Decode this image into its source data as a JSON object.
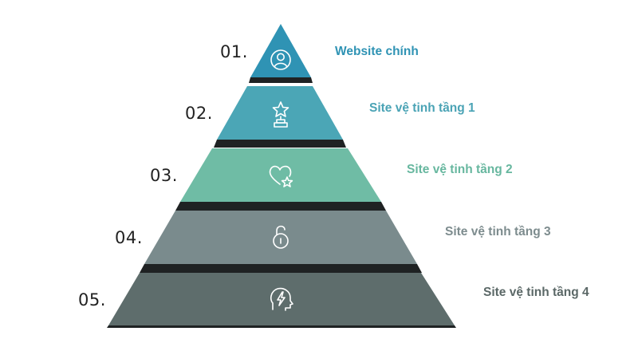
{
  "tiers": [
    {
      "number": "01.",
      "label": "Website chính",
      "icon": "user-circle-icon",
      "color": "#2f93b4",
      "label_color": "#2f93b4"
    },
    {
      "number": "02.",
      "label": "Site vệ tinh tầng 1",
      "icon": "star-trophy-icon",
      "color": "#4ba6b6",
      "label_color": "#4aa3b5"
    },
    {
      "number": "03.",
      "label": "Site vệ tinh tầng 2",
      "icon": "heart-star-icon",
      "color": "#6fbca5",
      "label_color": "#67b79f"
    },
    {
      "number": "04.",
      "label": "Site vệ tinh tầng 3",
      "icon": "open-padlock-icon",
      "color": "#7a8b8d",
      "label_color": "#7d8c8e"
    },
    {
      "number": "05.",
      "label": "Site vệ tinh tầng 4",
      "icon": "head-lightning-icon",
      "color": "#5e6d6c",
      "label_color": "#5b6867"
    }
  ],
  "colors": {
    "shadow": "#1f2223",
    "icon_stroke": "#ffffff"
  }
}
